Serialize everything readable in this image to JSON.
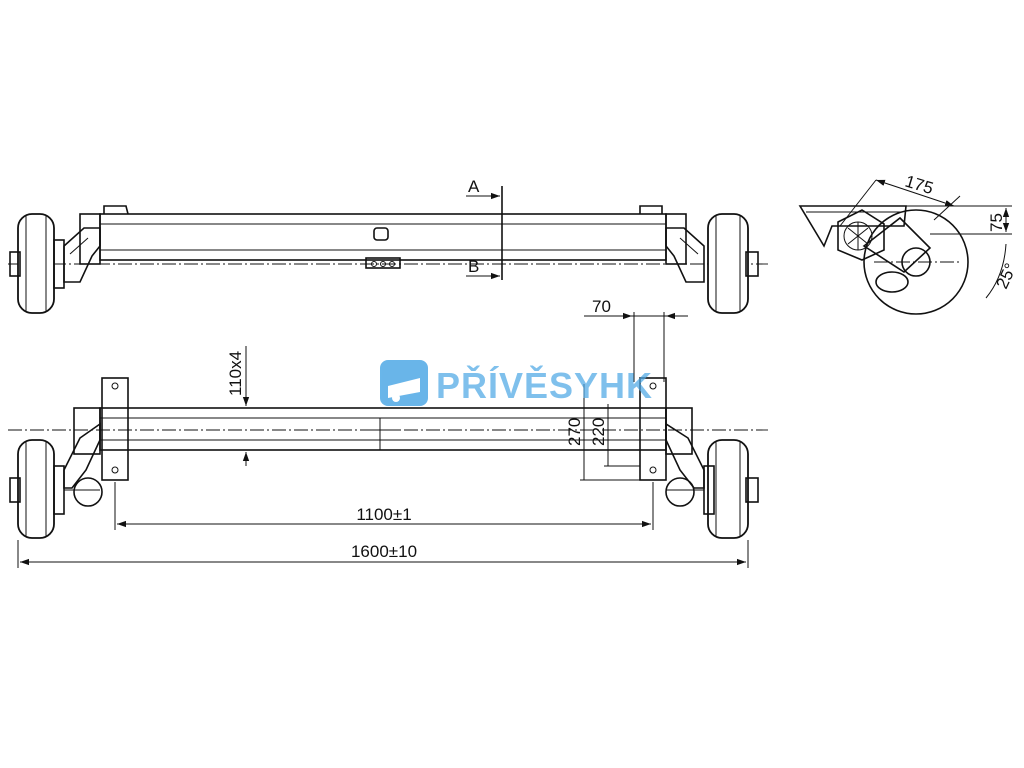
{
  "watermark": {
    "text": "PŘÍVĚSYHK",
    "color": "#4fa9e6"
  },
  "section_labels": {
    "a": "A",
    "b": "B"
  },
  "dimensions": {
    "d175": "175",
    "d75": "75",
    "angle": "25°",
    "d70": "70",
    "tube": "110x4",
    "d270": "270",
    "d220": "220",
    "mount": "1100±1",
    "overall": "1600±10"
  }
}
